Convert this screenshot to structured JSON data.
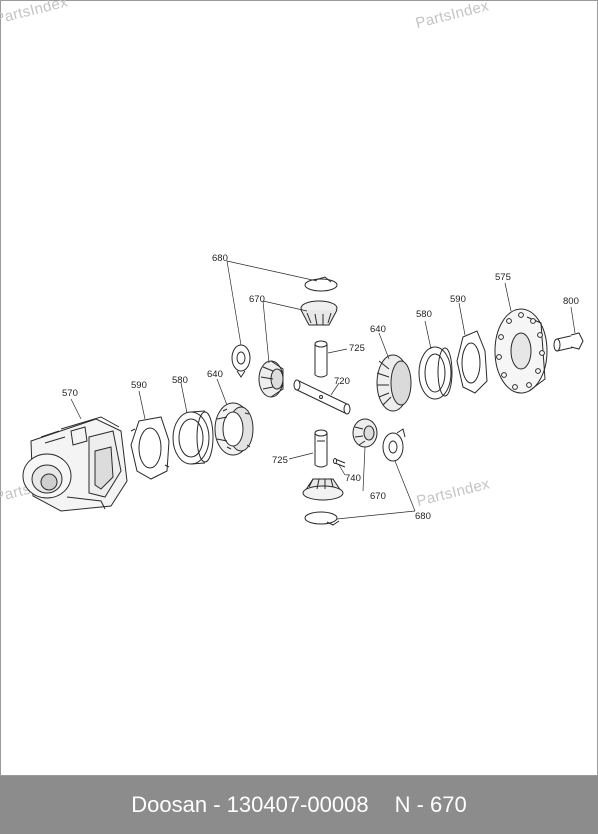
{
  "watermark": {
    "text": "PartsIndex"
  },
  "callouts": {
    "c680_top": "680",
    "c670_top": "670",
    "c725_top": "725",
    "c720": "720",
    "c640_right": "640",
    "c580_right": "580",
    "c590_right": "590",
    "c575": "575",
    "c800": "800",
    "c570": "570",
    "c590_left": "590",
    "c580_left": "580",
    "c640_left": "640",
    "c725_bottom": "725",
    "c740": "740",
    "c670_bottom": "670",
    "c680_bottom": "680"
  },
  "footer": {
    "brand_part": "Doosan - 130407-00008",
    "reference": "N - 670"
  },
  "colors": {
    "footer_bg": "#8c8c8c",
    "line": "#2a2a2a",
    "watermark": "#c4c4c4"
  }
}
